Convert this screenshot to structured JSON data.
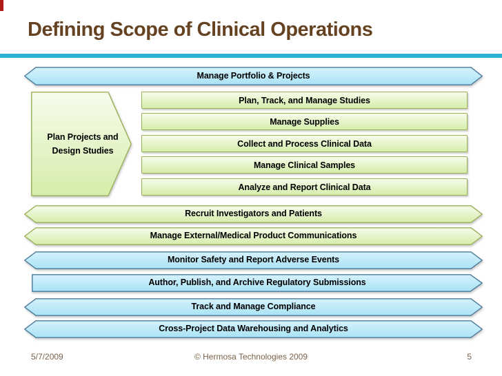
{
  "slide": {
    "title": "Defining Scope of Clinical Operations",
    "colors": {
      "title_brown": "#654322",
      "footer_brown": "#7a6148",
      "teal_rule": "#2ab2d5",
      "red_accent_tab": "#ae1a17",
      "green_shape_border": "#9ab059",
      "green_shape_fill_top": "#f6fcea",
      "green_shape_fill_bottom": "#d5edaa",
      "blue_shape_border": "#4a7a9b",
      "blue_shape_fill_top": "#d3f1fc",
      "blue_shape_fill_bottom": "#a9e2f5"
    }
  },
  "diagram": {
    "top_bar": {
      "label": "Manage Portfolio & Projects"
    },
    "left_pentagon": {
      "label": "Plan Projects and Design Studies"
    },
    "study_boxes": [
      {
        "label": "Plan, Track, and Manage Studies"
      },
      {
        "label": "Manage Supplies"
      },
      {
        "label": "Collect and Process Clinical Data"
      },
      {
        "label": "Manage Clinical Samples"
      },
      {
        "label": "Analyze and Report Clinical Data"
      }
    ],
    "process_bars": [
      {
        "label": "Recruit Investigators and Patients",
        "style": "green-hexagon"
      },
      {
        "label": "Manage External/Medical Product Communications",
        "style": "green-hexagon"
      },
      {
        "label": "Monitor Safety and Report Adverse Events",
        "style": "blue-hexagon"
      },
      {
        "label": "Author, Publish, and Archive Regulatory Submissions",
        "style": "blue-pentagon"
      },
      {
        "label": "Track and Manage Compliance",
        "style": "blue-hexagon"
      },
      {
        "label": "Cross-Project Data Warehousing and Analytics",
        "style": "blue-hexagon"
      }
    ]
  },
  "footer": {
    "date": "5/7/2009",
    "copyright": "© Hermosa Technologies 2009",
    "page_number": "5"
  }
}
